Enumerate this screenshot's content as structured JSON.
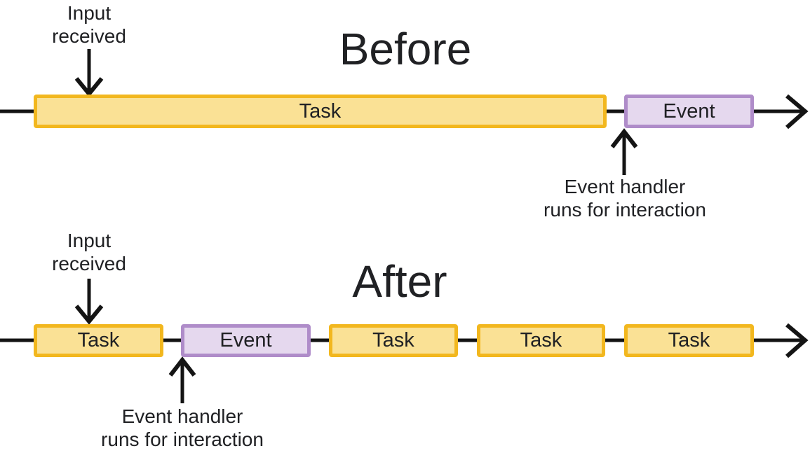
{
  "colors": {
    "task_fill": "#FAE195",
    "task_border": "#F2B71E",
    "event_fill": "#E5D8EE",
    "event_border": "#AF8CC9",
    "line_color": "#141414",
    "text_color": "#202124"
  },
  "icons": {
    "arrow_down": "↓",
    "arrow_up": "↑",
    "arrow_right": "→"
  },
  "before": {
    "title": "Before",
    "input_annotation": {
      "line1": "Input",
      "line2": "received"
    },
    "bars": [
      {
        "label": "Task",
        "type": "task"
      },
      {
        "label": "Event",
        "type": "event"
      }
    ],
    "handler_annotation": {
      "line1": "Event handler",
      "line2": "runs for interaction"
    }
  },
  "after": {
    "title": "After",
    "input_annotation": {
      "line1": "Input",
      "line2": "received"
    },
    "bars": [
      {
        "label": "Task",
        "type": "task"
      },
      {
        "label": "Event",
        "type": "event"
      },
      {
        "label": "Task",
        "type": "task"
      },
      {
        "label": "Task",
        "type": "task"
      },
      {
        "label": "Task",
        "type": "task"
      }
    ],
    "handler_annotation": {
      "line1": "Event handler",
      "line2": "runs for interaction"
    }
  }
}
